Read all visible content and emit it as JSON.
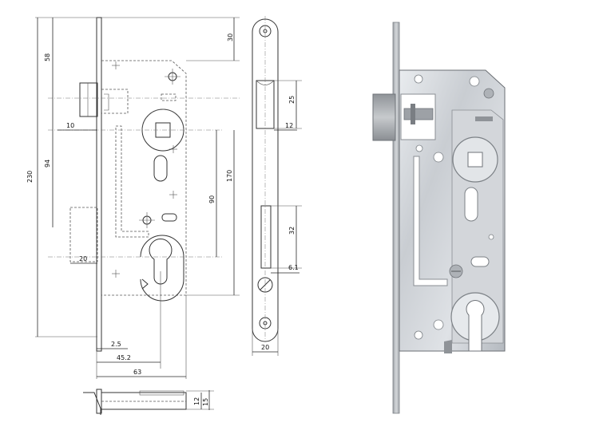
{
  "dimensions": {
    "overall_height": "230",
    "top_offset": "58",
    "top_margin": "30",
    "latch_to_handle": "94",
    "handle_to_cylinder": "90",
    "handle_to_bottom": "170",
    "latch_projection": "10",
    "bolt_projection": "20",
    "backset": "45.2",
    "case_width": "63",
    "plate_thickness": "2.5",
    "latch_height": "25",
    "latch_width": "12",
    "bolt_height": "32",
    "bolt_offset": "6.1",
    "faceplate_width": "20",
    "case_depth_inner": "12",
    "case_depth_outer": "15"
  }
}
